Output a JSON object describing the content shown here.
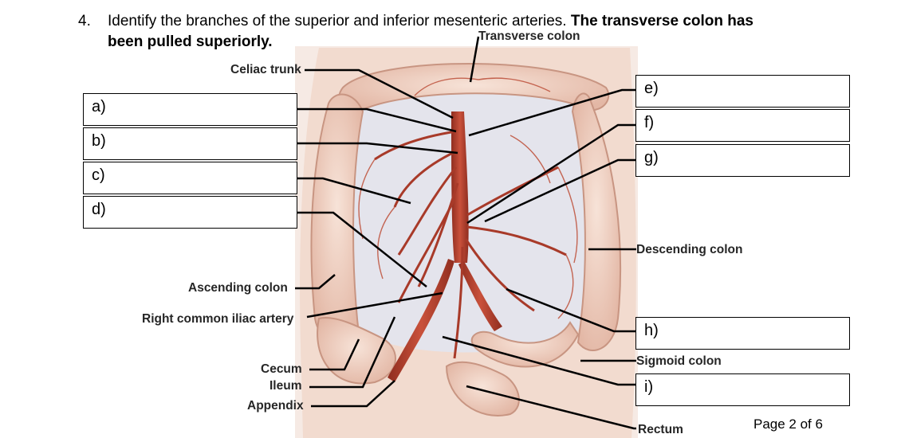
{
  "question": {
    "number": "4.",
    "text_plain": "Identify the branches of the superior and inferior mesenteric arteries.",
    "text_bold_a": "The transverse colon has",
    "text_bold_b": "been pulled superiorly."
  },
  "labels": {
    "transverse_colon": "Transverse colon",
    "celiac_trunk": "Celiac trunk",
    "descending_colon": "Descending colon",
    "ascending_colon": "Ascending colon",
    "right_common_iliac_artery": "Right common iliac artery",
    "cecum": "Cecum",
    "ileum": "Ileum",
    "appendix": "Appendix",
    "sigmoid_colon": "Sigmoid colon",
    "rectum": "Rectum"
  },
  "answer_boxes": [
    {
      "letter": "a)",
      "value": ""
    },
    {
      "letter": "b)",
      "value": ""
    },
    {
      "letter": "c)",
      "value": ""
    },
    {
      "letter": "d)",
      "value": ""
    },
    {
      "letter": "e)",
      "value": ""
    },
    {
      "letter": "f)",
      "value": ""
    },
    {
      "letter": "g)",
      "value": ""
    },
    {
      "letter": "h)",
      "value": ""
    },
    {
      "letter": "i)",
      "value": ""
    }
  ],
  "page_footer": "Page 2 of 6",
  "colors": {
    "tissue": "#f1d3c4",
    "tissue_dark": "#d9a894",
    "artery": "#b5402e",
    "artery_dark": "#7e2519",
    "mesentery": "#e6e6ee",
    "leader": "#000000"
  }
}
